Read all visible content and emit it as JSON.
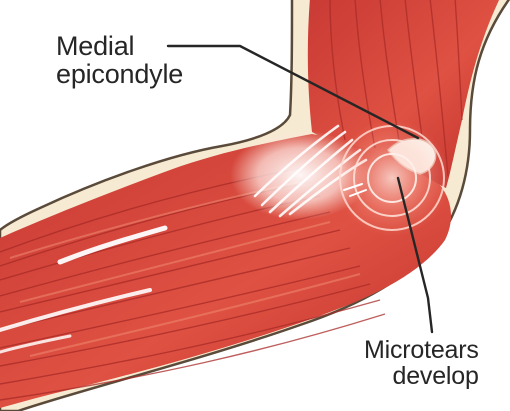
{
  "labels": {
    "medial_epicondyle": {
      "line1": "Medial",
      "line2": "epicondyle"
    },
    "microtears": {
      "line1": "Microtears",
      "line2": "develop"
    }
  },
  "colors": {
    "skin": "#f6ead2",
    "skin_outline": "#5a4a3a",
    "muscle_base": "#d7473c",
    "muscle_dark": "#b32d29",
    "muscle_light": "#ee7b66",
    "tendon": "#f9f4f2",
    "leader_line": "#262626",
    "injury_ring": "#ffd9d0"
  }
}
